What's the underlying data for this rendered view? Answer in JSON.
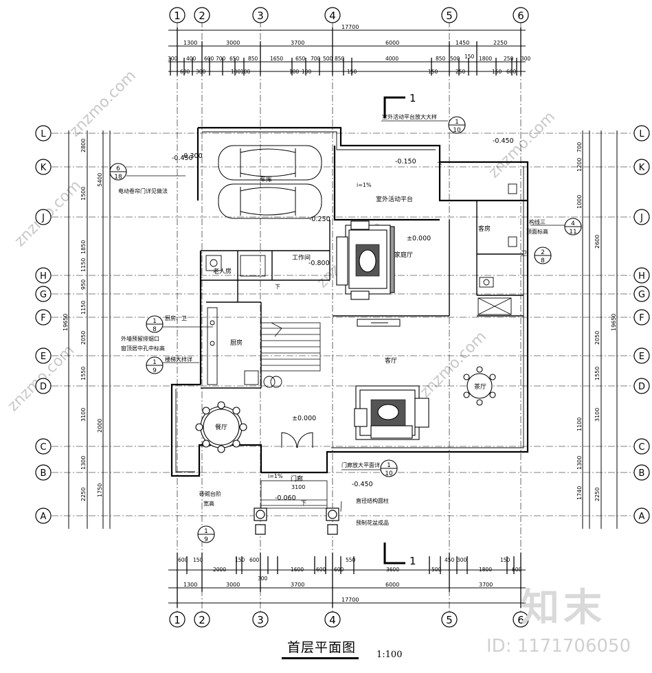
{
  "drawing": {
    "title": "首层平面图",
    "scale": "1:100",
    "watermark_brand": "知末",
    "watermark_id": "ID: 1171706050",
    "watermark_site": "znzmo.com"
  },
  "axes": {
    "columns": [
      "1",
      "2",
      "3",
      "4",
      "5",
      "6"
    ],
    "rows": [
      "L",
      "K",
      "J",
      "H",
      "G",
      "F",
      "E",
      "D",
      "C",
      "B",
      "A"
    ]
  },
  "dimensions": {
    "overall_width": "17700",
    "overall_depth": "19650",
    "top_axis_spacing": [
      "1300",
      "3000",
      "3700",
      "6000",
      "1450",
      "2250"
    ],
    "bottom_axis_spacing": [
      "1300",
      "3000",
      "3700",
      "6000",
      "3700"
    ],
    "top_detail": [
      "300",
      "400",
      "600",
      "700",
      "650",
      "850",
      "1650",
      "650",
      "700",
      "500",
      "850",
      "4000",
      "850",
      "500",
      "150",
      "1800",
      "250",
      "300"
    ],
    "top_detail_sub": [
      "600",
      "300",
      "100",
      "100",
      "100",
      "100",
      "150",
      "150",
      "250",
      "150",
      "600"
    ],
    "bottom_detail": [
      "600",
      "150",
      "2000",
      "150",
      "600",
      "300",
      "1600",
      "600",
      "600",
      "550",
      "3600",
      "500",
      "450",
      "300",
      "1800",
      "150",
      "600"
    ],
    "left_outer": [
      "2800",
      "1500",
      "1850",
      "1150",
      "950",
      "1150",
      "2050",
      "1550",
      "3100",
      "1300",
      "2250"
    ],
    "left_inner": [
      "5400",
      "2000",
      "1750"
    ],
    "right_outer": [
      "2600",
      "2050",
      "1550",
      "3100",
      "2250"
    ],
    "right_inner": [
      "700",
      "1200",
      "1000",
      "1100",
      "1300",
      "1740"
    ]
  },
  "rooms": {
    "garage": "车库",
    "family_hall": "家庭厅",
    "outdoor_platform": "室外活动平台",
    "guest_room": "客房",
    "workroom": "工作间",
    "kitchen": "厨房",
    "living_room": "客厅",
    "tea_room": "茶厅",
    "dining_room": "餐厅",
    "porch": "门廊",
    "bathroom": "卫",
    "elder_room": "老人房"
  },
  "elevations": {
    "platform": "-0.150",
    "outdoor_top": "-0.450",
    "garage_left": "-0.450",
    "garage_mid": "-0.300",
    "garage_floor": "-0.250",
    "family": "±0.000",
    "work": "-0.800",
    "main": "±0.000",
    "porch": "-0.060",
    "porch_right": "-0.450"
  },
  "annotations": {
    "platform_detail": "室外活动平台放大大样",
    "electric_door": "电动卷帘门详见做法",
    "ext_wall_note_1": "外墙预留排烟口",
    "ext_wall_note_2": "窗顶居中孔中标高",
    "stair_detail": "楼梯大样详",
    "kitchen_bath": "厨房、卫",
    "slope_porch": "i=1%",
    "slope_platform": "i=1%",
    "porch_detail": "门廊放大平面详",
    "column_note": "直径结构圆柱",
    "flower_pot": "预制花盆成品",
    "step_note_1": "砖砌台阶",
    "step_note_2": "宽高",
    "line_note": "构线三",
    "line_note_2": "顶面标高",
    "section_mark": "1",
    "down": "下",
    "porch_width": "3100"
  },
  "detail_refs": [
    {
      "num": "6",
      "sheet": "18"
    },
    {
      "num": "1",
      "sheet": "10"
    },
    {
      "num": "4",
      "sheet": "11"
    },
    {
      "num": "2",
      "sheet": "8"
    },
    {
      "num": "1",
      "sheet": "8"
    },
    {
      "num": "1",
      "sheet": "9"
    },
    {
      "num": "1",
      "sheet": "10"
    },
    {
      "num": "1",
      "sheet": "9"
    }
  ]
}
